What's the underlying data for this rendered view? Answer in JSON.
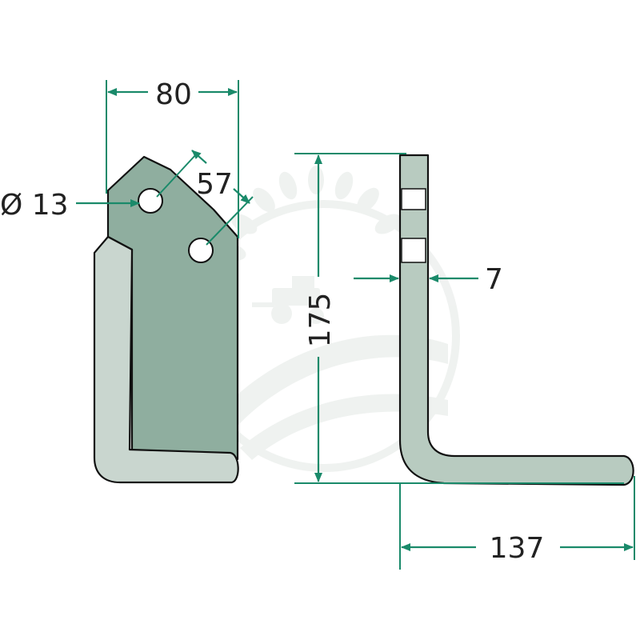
{
  "colors": {
    "dimension": "#1a8a6a",
    "blade_front_fill": "#8fae9f",
    "blade_side_fill": "#b8cbc0",
    "blade_edge_fill": "#c9d6cf",
    "outline": "#111111",
    "watermark": "#e3e8e5"
  },
  "dimensions": {
    "width": "80",
    "hole_diameter": "Ø 13",
    "hole_spacing": "57",
    "height": "175",
    "thickness": "7",
    "length": "137"
  },
  "views": [
    "front-view",
    "side-view"
  ],
  "watermark": {
    "symbol": "tractor-wheat-logo-icon"
  }
}
